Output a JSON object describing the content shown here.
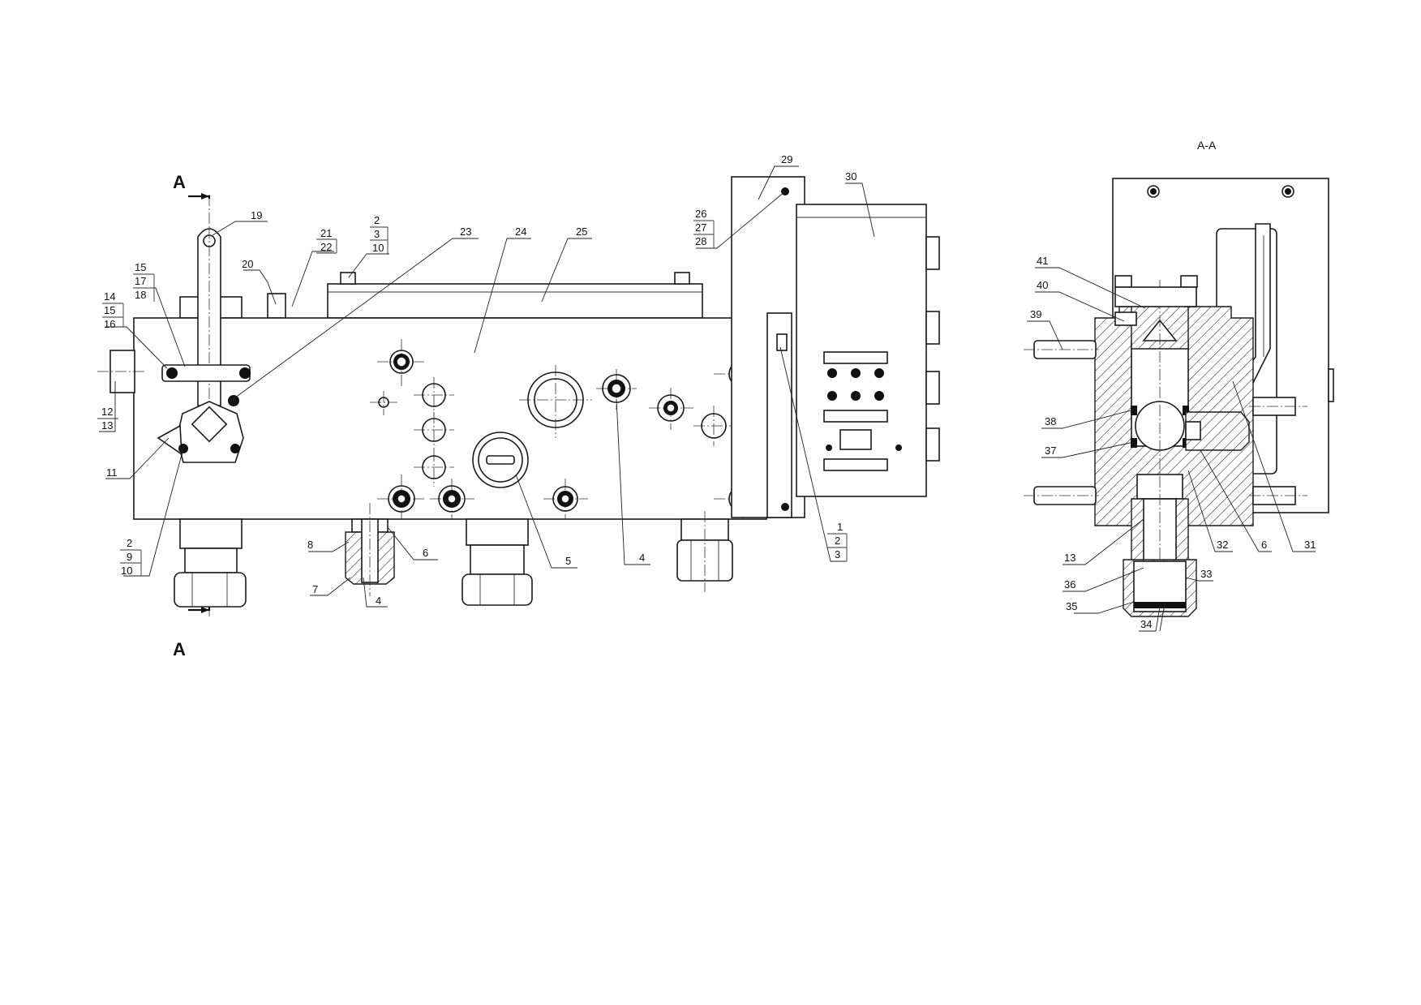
{
  "section_marker": "A",
  "section_title": "A-A",
  "main_view": {
    "callouts": [
      {
        "id": "c19",
        "lines": [
          "19"
        ]
      },
      {
        "id": "c20",
        "lines": [
          "20"
        ]
      },
      {
        "id": "c21",
        "lines": [
          "21",
          "22"
        ]
      },
      {
        "id": "c2a",
        "lines": [
          "2",
          "3",
          "10"
        ]
      },
      {
        "id": "c23",
        "lines": [
          "23"
        ]
      },
      {
        "id": "c24",
        "lines": [
          "24"
        ]
      },
      {
        "id": "c25",
        "lines": [
          "25"
        ]
      },
      {
        "id": "c29",
        "lines": [
          "29"
        ]
      },
      {
        "id": "c26",
        "lines": [
          "26",
          "27",
          "28"
        ]
      },
      {
        "id": "c30",
        "lines": [
          "30"
        ]
      },
      {
        "id": "c15",
        "lines": [
          "15",
          "17",
          "18"
        ]
      },
      {
        "id": "c14",
        "lines": [
          "14",
          "15",
          "16"
        ]
      },
      {
        "id": "c12",
        "lines": [
          "12",
          "13"
        ]
      },
      {
        "id": "c11",
        "lines": [
          "11"
        ]
      },
      {
        "id": "c2b",
        "lines": [
          "2",
          "9",
          "10"
        ]
      },
      {
        "id": "c8",
        "lines": [
          "8"
        ]
      },
      {
        "id": "c7",
        "lines": [
          "7"
        ]
      },
      {
        "id": "c4a",
        "lines": [
          "4"
        ]
      },
      {
        "id": "c6a",
        "lines": [
          "6"
        ]
      },
      {
        "id": "c5",
        "lines": [
          "5"
        ]
      },
      {
        "id": "c4b",
        "lines": [
          "4"
        ]
      },
      {
        "id": "c1",
        "lines": [
          "1",
          "2",
          "3"
        ]
      }
    ]
  },
  "section_view": {
    "callouts": [
      {
        "id": "s41",
        "lines": [
          "41"
        ]
      },
      {
        "id": "s40",
        "lines": [
          "40"
        ]
      },
      {
        "id": "s39",
        "lines": [
          "39"
        ]
      },
      {
        "id": "s38",
        "lines": [
          "38"
        ]
      },
      {
        "id": "s37",
        "lines": [
          "37"
        ]
      },
      {
        "id": "s13",
        "lines": [
          "13"
        ]
      },
      {
        "id": "s36",
        "lines": [
          "36"
        ]
      },
      {
        "id": "s35",
        "lines": [
          "35"
        ]
      },
      {
        "id": "s34",
        "lines": [
          "34"
        ]
      },
      {
        "id": "s33",
        "lines": [
          "33"
        ]
      },
      {
        "id": "s32",
        "lines": [
          "32"
        ]
      },
      {
        "id": "s6",
        "lines": [
          "6"
        ]
      },
      {
        "id": "s31",
        "lines": [
          "31"
        ]
      }
    ]
  }
}
